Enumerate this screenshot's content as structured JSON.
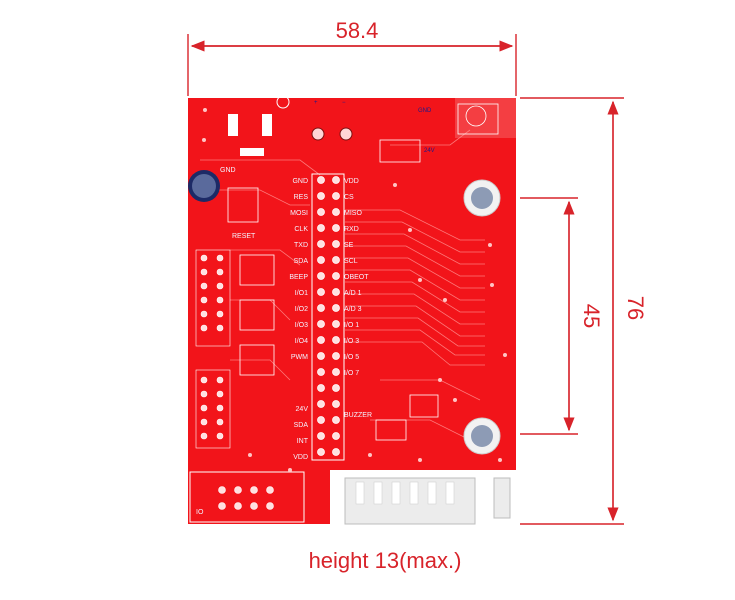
{
  "dimensions": {
    "width_label": "58.4",
    "total_height_label": "76",
    "hole_spacing_label": "45",
    "thickness_note": "height 13(max.)"
  },
  "board_labels": {
    "left_header": [
      "GND",
      "RES",
      "MOSI",
      "CLK",
      "TXD",
      "SDA",
      "BEEP",
      "I/O1",
      "I/O2",
      "I/O3",
      "I/O4",
      "PWM",
      "",
      "24V",
      "SDA",
      "INT",
      "VDD"
    ],
    "right_header": [
      "VDD",
      "CS",
      "MISO",
      "RXD",
      "SE",
      "SCL",
      "OBEOT",
      "A/D 1",
      "A/D 3",
      "I/O 1",
      "I/O 3",
      "I/O 5",
      "I/O 7",
      "",
      "",
      "BUZZER"
    ],
    "misc": [
      "GND",
      "RESET",
      "GND",
      "24V",
      "IO"
    ]
  },
  "colors": {
    "dimension": "#d8232a",
    "board": "#f2141a",
    "silk": "#ffffff",
    "hole": "#8d9bb5"
  }
}
